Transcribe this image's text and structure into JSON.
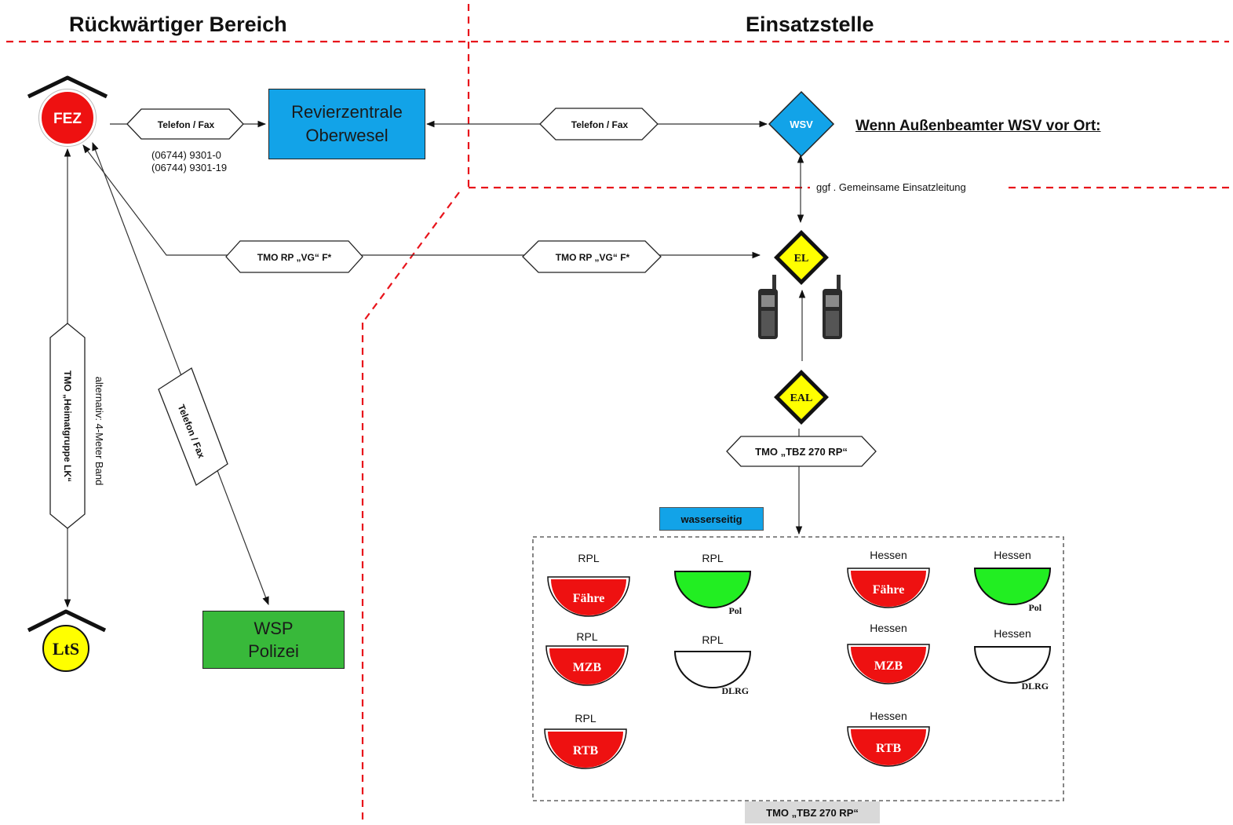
{
  "headings": {
    "rear": "Rückwärtiger Bereich",
    "site": "Einsatzstelle"
  },
  "nodes": {
    "fez": "FEZ",
    "lts": "LtS",
    "revier_line1": "Revierzentrale",
    "revier_line2": "Oberwesel",
    "wsp_line1": "WSP",
    "wsp_line2": "Polizei",
    "wsv": "WSV",
    "el": "EL",
    "eal": "EAL"
  },
  "phones": [
    "(06744) 9301-0",
    "(06744) 9301-19"
  ],
  "links": {
    "telefon_fax_1": "Telefon / Fax",
    "telefon_fax_2": "Telefon / Fax",
    "telefon_fax_3": "Telefon / Fax",
    "tmo_vg_1": "TMO RP „VG“ F*",
    "tmo_vg_2": "TMO RP „VG“ F*",
    "tmo_heimat": "TMO „Heimatgruppe LK“",
    "alternativ": "alternativ: 4-Meter Band",
    "tmo_tbz": "TMO „TBZ 270 RP“",
    "gemeinsame": "ggf . Gemeinsame Einsatzleitung"
  },
  "wsv_note": "Wenn Außenbeamter WSV vor Ort:",
  "water": {
    "tag": "wasserseitig",
    "footer": "TMO „TBZ 270 RP“",
    "units": [
      {
        "region": "RPL",
        "label": "Fähre",
        "kind": "red"
      },
      {
        "region": "RPL",
        "label": "Pol",
        "kind": "green"
      },
      {
        "region": "Hessen",
        "label": "Fähre",
        "kind": "red"
      },
      {
        "region": "Hessen",
        "label": "Pol",
        "kind": "green"
      },
      {
        "region": "RPL",
        "label": "MZB",
        "kind": "red"
      },
      {
        "region": "RPL",
        "label": "DLRG",
        "kind": "white"
      },
      {
        "region": "Hessen",
        "label": "MZB",
        "kind": "red"
      },
      {
        "region": "Hessen",
        "label": "DLRG",
        "kind": "white"
      },
      {
        "region": "RPL",
        "label": "RTB",
        "kind": "red"
      },
      {
        "region": "Hessen",
        "label": "RTB",
        "kind": "red"
      }
    ]
  },
  "colors": {
    "border_dash": "#e8141b",
    "revier_fill": "#12a3e8",
    "wsp_fill": "#38b93a",
    "wsv_fill": "#12a3e8",
    "el_fill": "#ffff00",
    "boat_red": "#ee1111",
    "boat_green": "#22ee22",
    "wasser_fill": "#12a3e8",
    "footer_fill": "#d9d9d9"
  }
}
